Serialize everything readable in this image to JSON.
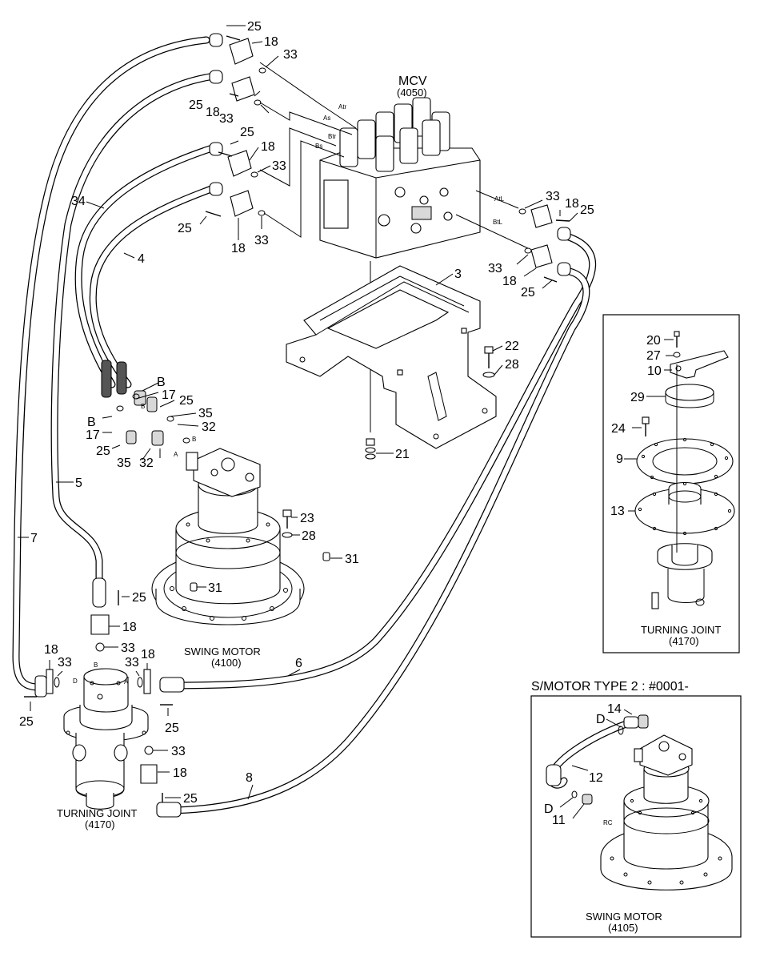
{
  "mcv": {
    "name": "MCV",
    "code": "(4050)"
  },
  "swing_motor": {
    "name": "SWING MOTOR",
    "code": "(4100)"
  },
  "turning_joint": {
    "name": "TURNING JOINT",
    "code": "(4170)"
  },
  "inset_turning_joint": {
    "name": "TURNING JOINT",
    "code": "(4170)"
  },
  "inset_swing_motor": {
    "title": "S/MOTOR TYPE 2 : #0001-",
    "name": "SWING MOTOR",
    "code": "(4105)"
  },
  "port_labels": {
    "atr": "Atr",
    "as": "As",
    "btr": "Btr",
    "bs": "Bs",
    "atl": "AtL",
    "btl": "BtL",
    "b1": "B",
    "b2": "B",
    "b3": "B",
    "a1": "A",
    "tj_b": "B",
    "tj_d": "D",
    "tj_a": "A",
    "inset_d1": "D",
    "inset_d2": "D",
    "rc": "RC"
  },
  "callouts": {
    "c25_a": "25",
    "c18_a": "18",
    "c33_a": "33",
    "c25_b": "25",
    "c18_b": "18",
    "c33_b": "33",
    "c25_c": "25",
    "c18_c": "18",
    "c33_c": "33",
    "c25_d": "25",
    "c18_d": "18",
    "c33_d": "33",
    "c34": "34",
    "c4": "4",
    "c33_e": "33",
    "c18_e": "18",
    "c25_e": "25",
    "c33_f": "33",
    "c18_f": "18",
    "c25_f": "25",
    "c3": "3",
    "c22": "22",
    "c28_a": "28",
    "c21": "21",
    "cB_1": "B",
    "c17_a": "17",
    "c25_g": "25",
    "c35_a": "35",
    "cB_2": "B",
    "c17_b": "17",
    "c25_h": "25",
    "c35_b": "35",
    "c32_a": "32",
    "c32_b": "32",
    "c5": "5",
    "c7": "7",
    "c23": "23",
    "c28_b": "28",
    "c31_a": "31",
    "c31_b": "31",
    "c25_i": "25",
    "c18_g": "18",
    "c33_g": "33",
    "c18_h": "18",
    "c33_h": "33",
    "c25_j": "25",
    "c33_i": "33",
    "c18_i": "18",
    "c25_k": "25",
    "c33_j": "33",
    "c18_j": "18",
    "c25_l": "25",
    "c6": "6",
    "c8": "8",
    "c20": "20",
    "c27": "27",
    "c10": "10",
    "c29": "29",
    "c24": "24",
    "c9": "9",
    "c13": "13",
    "c14": "14",
    "c12": "12",
    "c11": "11"
  }
}
